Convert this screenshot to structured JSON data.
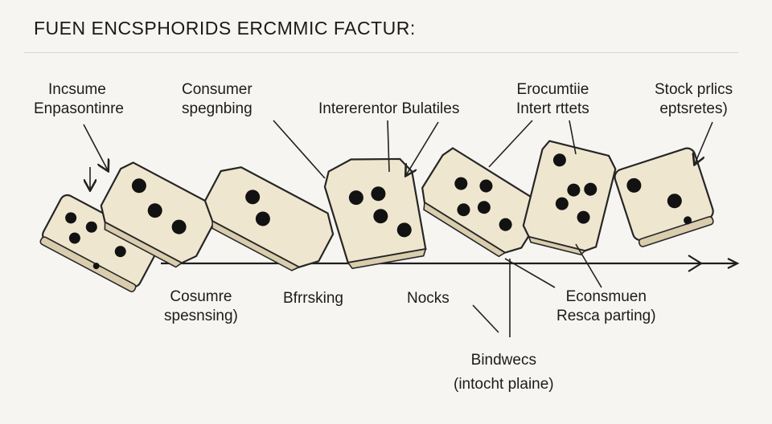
{
  "title": "FUEN ENCSPHORIDS ERCMMIC FACTUR:",
  "colors": {
    "background": "#f6f5f1",
    "domino_fill": "#efe6cf",
    "domino_stroke": "#262626",
    "pip": "#121212"
  },
  "labels": {
    "income": {
      "line1": "Incsume",
      "line2": "Enpasontinre"
    },
    "consumer": {
      "line1": "Consumer",
      "line2": "spegnbing"
    },
    "interest": {
      "line1": "Intererentor Bulatiles"
    },
    "economic": {
      "line1": "Erocumtiie",
      "line2": "Intert rttets"
    },
    "stock": {
      "line1": "Stock prlics",
      "line2": "eptsretes)"
    },
    "cosumre": {
      "line1": "Cosumre",
      "line2": "spesnsing)"
    },
    "bfrrsking": {
      "line1": "Bfrrsking"
    },
    "nocks": {
      "line1": "Nocks"
    },
    "econsmuen": {
      "line1": "Econsmuen",
      "line2": "Resca parting)"
    },
    "bindwecs": {
      "line1": "Bindwecs",
      "line2": "(intocht plaine)"
    }
  }
}
